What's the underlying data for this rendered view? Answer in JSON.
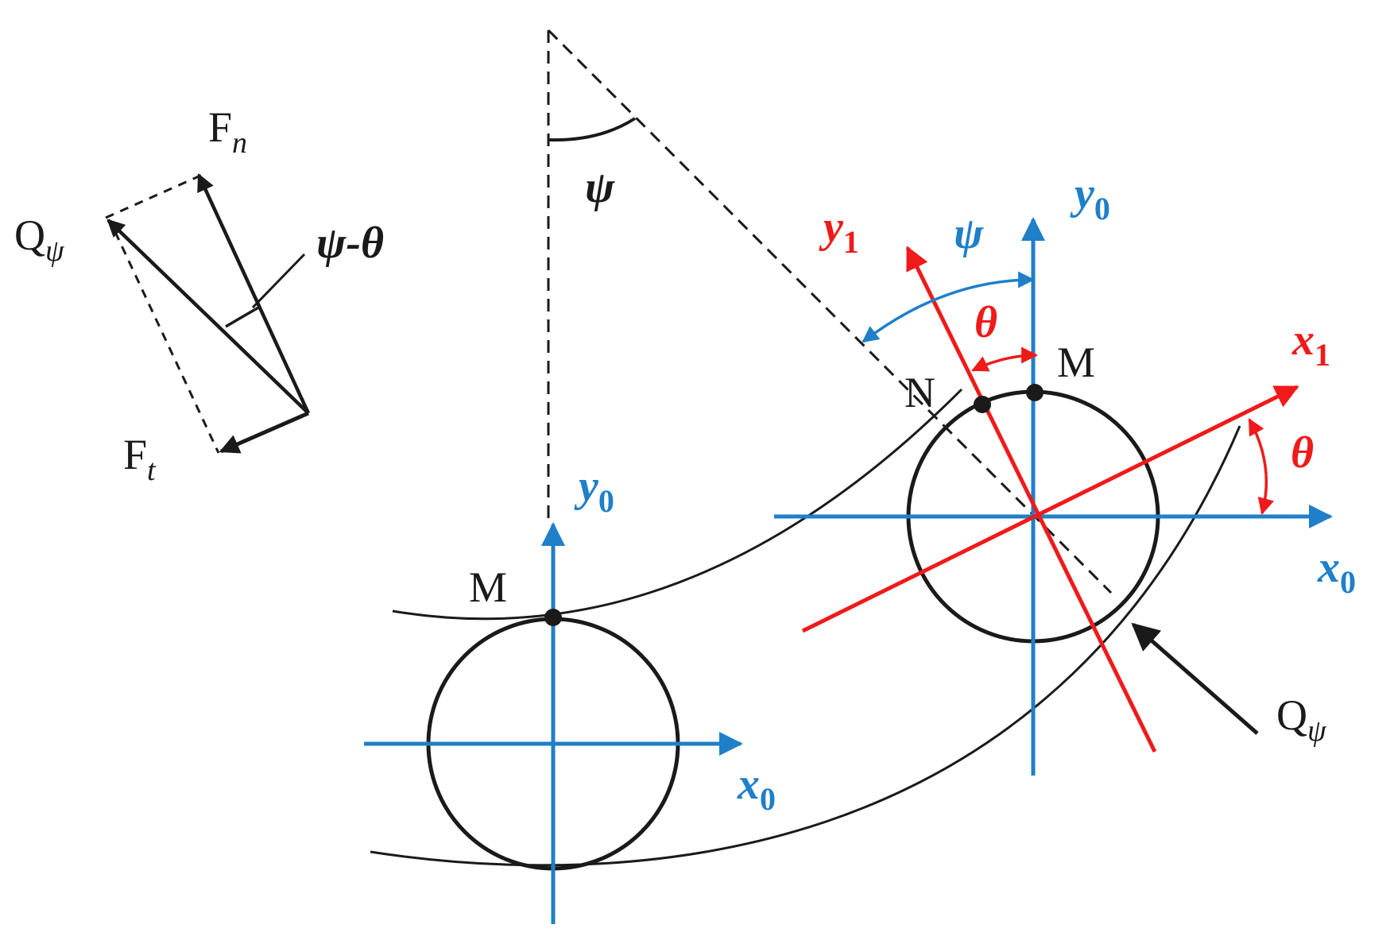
{
  "colors": {
    "ink": "#1a1a1a",
    "blue": "#1f7fc9",
    "red": "#f01a1a"
  },
  "force_triangle": {
    "f_n": {
      "base": "F",
      "sub": "n"
    },
    "q_psi": {
      "base": "Q",
      "sub": "ψ"
    },
    "angle": "ψ-θ",
    "f_t": {
      "base": "F",
      "sub": "t"
    }
  },
  "reference_angle": {
    "label": "ψ"
  },
  "left_roller": {
    "point": "M",
    "y_axis": {
      "base": "y",
      "sub": "0"
    },
    "x_axis": {
      "base": "x",
      "sub": "0"
    }
  },
  "right_roller": {
    "y0_axis": {
      "base": "y",
      "sub": "0"
    },
    "x0_axis": {
      "base": "x",
      "sub": "0"
    },
    "y1_axis": {
      "base": "y",
      "sub": "1"
    },
    "x1_axis": {
      "base": "x",
      "sub": "1"
    },
    "psi": "ψ",
    "theta_top": "θ",
    "theta_right": "θ",
    "point_m": "M",
    "point_n": "N",
    "load": {
      "base": "Q",
      "sub": "ψ"
    }
  }
}
